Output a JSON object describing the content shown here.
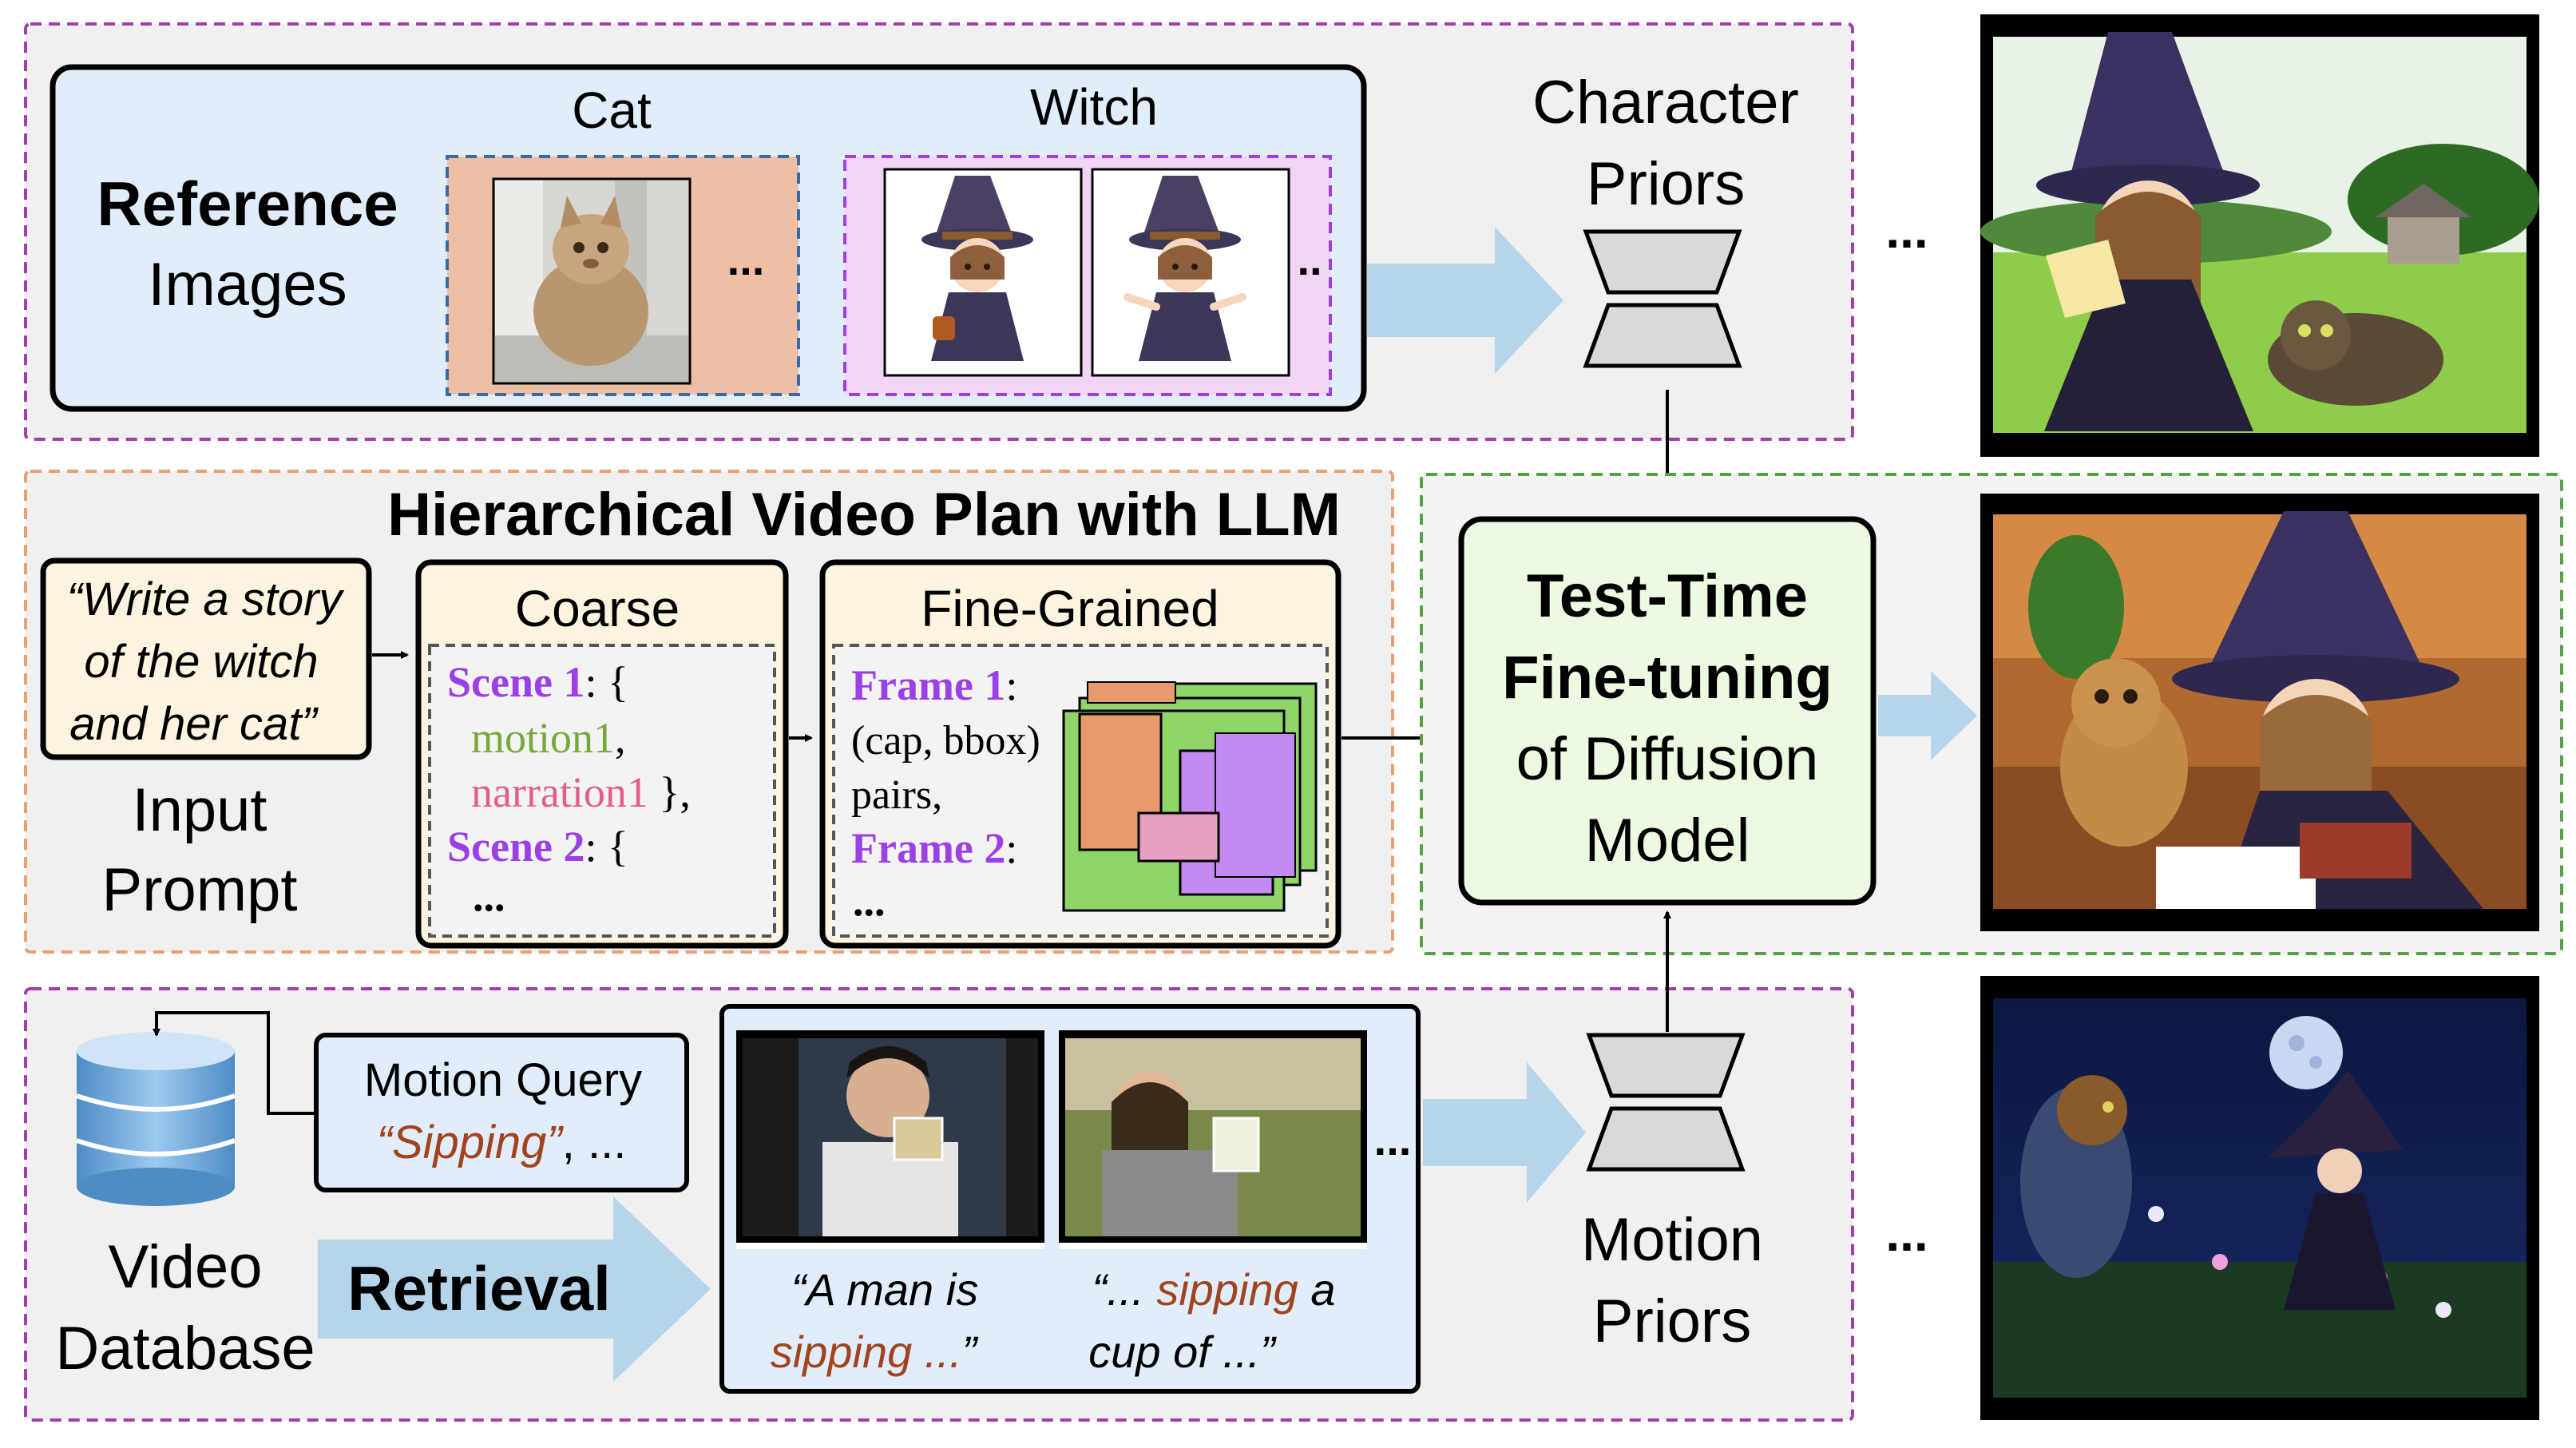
{
  "reference": {
    "title_bold": "Reference",
    "title_normal": "Images",
    "cat_label": "Cat",
    "witch_label": "Witch",
    "ellipsis": "...",
    "witch_ellipsis": ".."
  },
  "character_priors": {
    "line1": "Character",
    "line2": "Priors"
  },
  "top_ellipsis": "...",
  "plan": {
    "title": "Hierarchical Video Plan with LLM",
    "prompt_lines": [
      "“Write a story",
      "of the witch",
      "and her cat”"
    ],
    "input_label_line1": "Input",
    "input_label_line2": "Prompt",
    "coarse": {
      "header": "Coarse",
      "scene1": "Scene 1",
      "scene1_tail": ": {",
      "motion": "motion1",
      "motion_tail": ",",
      "narration": "narration1",
      "narration_tail": " },",
      "scene2": "Scene 2",
      "scene2_tail": ": {",
      "ellipsis": "..."
    },
    "fine": {
      "header": "Fine-Grained",
      "frame1": "Frame 1",
      "frame1_tail": ":",
      "pairs1": "(cap, bbox)",
      "pairs2": "pairs,",
      "frame2": "Frame 2",
      "frame2_tail": ":",
      "ellipsis": "..."
    }
  },
  "finetune": {
    "line1": "Test-Time",
    "line2": "Fine-tuning",
    "line3": "of Diffusion",
    "line4": "Model"
  },
  "retrieval": {
    "db_line1": "Video",
    "db_line2": "Database",
    "query_title": "Motion Query",
    "query_quoted": "“Sipping”",
    "query_tail": ", ...",
    "retrieval_label": "Retrieval",
    "clip_ellipsis": "...",
    "caption1_line1": "“A man is",
    "caption1_line2_colored": "sipping ...",
    "caption1_line2_tail": "”",
    "caption2_line1_head": "“... ",
    "caption2_line1_colored": "sipping",
    "caption2_line1_tail": " a",
    "caption2_line2": "cup of ...”"
  },
  "motion_priors": {
    "line1": "Motion",
    "line2": "Priors"
  },
  "bottom_ellipsis": "...",
  "colors": {
    "purple_dash": "#a040a8",
    "orange_dash": "#e8a070",
    "green_dash": "#58a048",
    "panel_gray": "#f0f0f0",
    "ref_blue": "#e2edfb",
    "cream": "#fdf4e0",
    "finetune_green": "#ecfae2",
    "scene_purple": "#9b3fe6",
    "motion_green": "#77a83a",
    "narration_pink": "#e0608a",
    "sipping_brown": "#a0431e",
    "arrow_blue": "#b7d5ea"
  },
  "icons": [
    "cat-photo",
    "witch-character",
    "funnel-encoder-icon",
    "database-icon",
    "film-strip",
    "bbox-layout-icon"
  ]
}
